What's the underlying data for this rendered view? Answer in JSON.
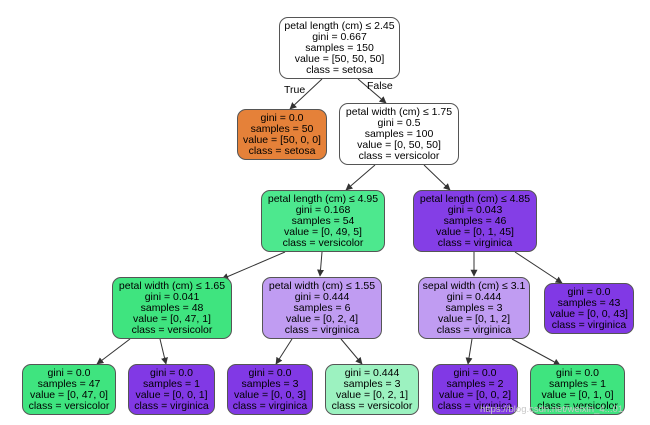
{
  "colors": {
    "white": "#ffffff",
    "orange": "#e58139",
    "green_strong": "#3fe47f",
    "green_mid": "#4de88e",
    "green_pale": "#9cf2c0",
    "purple_strong": "#8139e5",
    "purple_mid": "#843ee6",
    "purple_light": "#c09cf2",
    "purple_pale": "#b893f0",
    "border": "#555555",
    "edge": "#333333"
  },
  "edge_labels": {
    "true_label": "True",
    "false_label": "False"
  },
  "watermark": "https://blog.csdn.net/weixin_4...01",
  "nodes": {
    "n0": [
      "petal length (cm) ≤ 2.45",
      "gini = 0.667",
      "samples = 150",
      "value = [50, 50, 50]",
      "class = setosa"
    ],
    "n1": [
      "gini = 0.0",
      "samples = 50",
      "value = [50, 0, 0]",
      "class = setosa"
    ],
    "n2": [
      "petal width (cm) ≤ 1.75",
      "gini = 0.5",
      "samples = 100",
      "value = [0, 50, 50]",
      "class = versicolor"
    ],
    "n3": [
      "petal length (cm) ≤ 4.95",
      "gini = 0.168",
      "samples = 54",
      "value = [0, 49, 5]",
      "class = versicolor"
    ],
    "n4": [
      "petal length (cm) ≤ 4.85",
      "gini = 0.043",
      "samples = 46",
      "value = [0, 1, 45]",
      "class = virginica"
    ],
    "n5": [
      "petal width (cm) ≤ 1.65",
      "gini = 0.041",
      "samples = 48",
      "value = [0, 47, 1]",
      "class = versicolor"
    ],
    "n6": [
      "petal width (cm) ≤ 1.55",
      "gini = 0.444",
      "samples = 6",
      "value = [0, 2, 4]",
      "class = virginica"
    ],
    "n7": [
      "sepal width (cm) ≤ 3.1",
      "gini = 0.444",
      "samples = 3",
      "value = [0, 1, 2]",
      "class = virginica"
    ],
    "n8": [
      "gini = 0.0",
      "samples = 43",
      "value = [0, 0, 43]",
      "class = virginica"
    ],
    "n9": [
      "gini = 0.0",
      "samples = 47",
      "value = [0, 47, 0]",
      "class = versicolor"
    ],
    "n10": [
      "gini = 0.0",
      "samples = 1",
      "value = [0, 0, 1]",
      "class = virginica"
    ],
    "n11": [
      "gini = 0.0",
      "samples = 3",
      "value = [0, 0, 3]",
      "class = virginica"
    ],
    "n12": [
      "gini = 0.444",
      "samples = 3",
      "value = [0, 2, 1]",
      "class = versicolor"
    ],
    "n13": [
      "gini = 0.0",
      "samples = 2",
      "value = [0, 0, 2]",
      "class = virginica"
    ],
    "n14": [
      "gini = 0.0",
      "samples = 1",
      "value = [0, 1, 0]",
      "class = versicolor"
    ]
  }
}
